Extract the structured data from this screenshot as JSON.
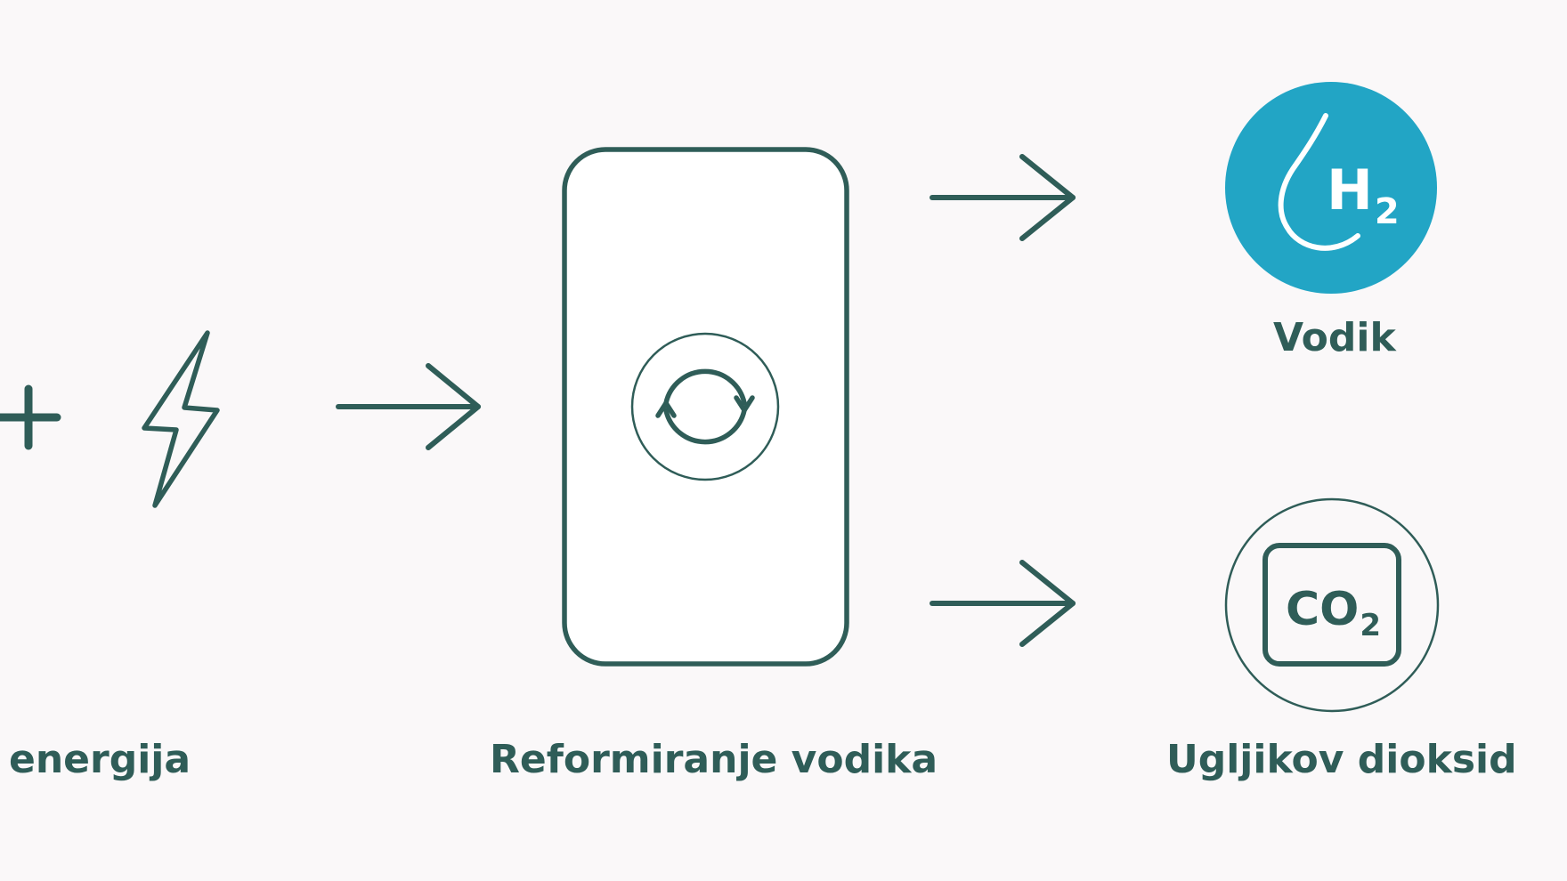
{
  "colors": {
    "primary": "#2f5d58",
    "accent": "#22a5c5",
    "background": "#faf8f9",
    "box_fill": "#ffffff",
    "icon_on_accent": "#ffffff"
  },
  "labels": {
    "energy": "energija",
    "reforming": "Reformiranje vodika",
    "hydrogen": "Vodik",
    "carbon_dioxide": "Ugljikov dioksid"
  },
  "formulas": {
    "hydrogen": {
      "symbol": "H",
      "subscript": "2"
    },
    "carbon_dioxide": {
      "symbol": "CO",
      "subscript": "2"
    }
  },
  "icons": {
    "plus": "plus-icon",
    "energy": "lightning-bolt-icon",
    "arrow": "right-arrow-icon",
    "reforming": "cycle-arrows-icon",
    "hydrogen": "water-drop-icon",
    "co2": "co2-box-icon"
  }
}
